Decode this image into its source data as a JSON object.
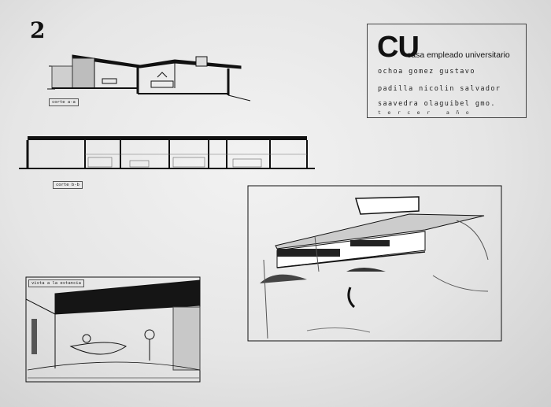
{
  "sheet": {
    "number": "2",
    "title_initials": "CU",
    "project_name": "casa empleado universitario",
    "authors": [
      "ochoa gomez gustavo",
      "padilla nicolin salvador",
      "saavedra olaguibel gmo."
    ],
    "year_note": "tercer año"
  },
  "drawings": {
    "section_a_label": "corte a-a",
    "section_b_label": "corte b-b",
    "interior_label": "vista a la estancia"
  }
}
